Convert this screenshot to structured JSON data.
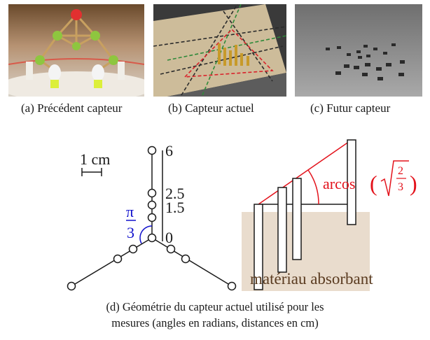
{
  "figures": [
    {
      "caption": "(a) Précédent capteur"
    },
    {
      "caption": "(b) Capteur actuel"
    },
    {
      "caption": "(c) Futur capteur"
    }
  ],
  "diagram": {
    "scale_label": "1 cm",
    "ticks": [
      "6",
      "2.5",
      "1.5",
      "0"
    ],
    "angle_num": "π",
    "angle_den": "3",
    "arccos_label": "arcos",
    "sqrt_num": "2",
    "sqrt_den": "3",
    "material_label": "matériau absorbant",
    "colors": {
      "angle": "#1010cc",
      "arccos": "#e3121b",
      "material": "#e9dccd",
      "material_text": "#5a3b20"
    }
  },
  "caption_d": {
    "line1": "(d) Géométrie du capteur actuel utilisé pour les",
    "line2": "mesures (angles en radians, distances en cm)"
  }
}
